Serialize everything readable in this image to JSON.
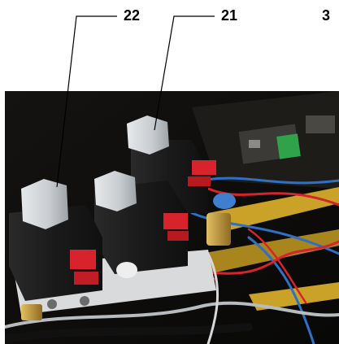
{
  "callouts": {
    "label_22": "22",
    "label_21": "21",
    "label_3": "3"
  },
  "photo": {
    "subject": "solenoid-valve-assembly",
    "colors": {
      "background": "#0d0c0b",
      "coil_body": "#1c1c1c",
      "valve_cap": "#cfd3d6",
      "connector_red": "#d8222c",
      "wire_blue": "#2f6fc4",
      "panel_yellow": "#c9a227",
      "terminal_green": "#2fa24a",
      "brass": "#c29a3c"
    }
  }
}
